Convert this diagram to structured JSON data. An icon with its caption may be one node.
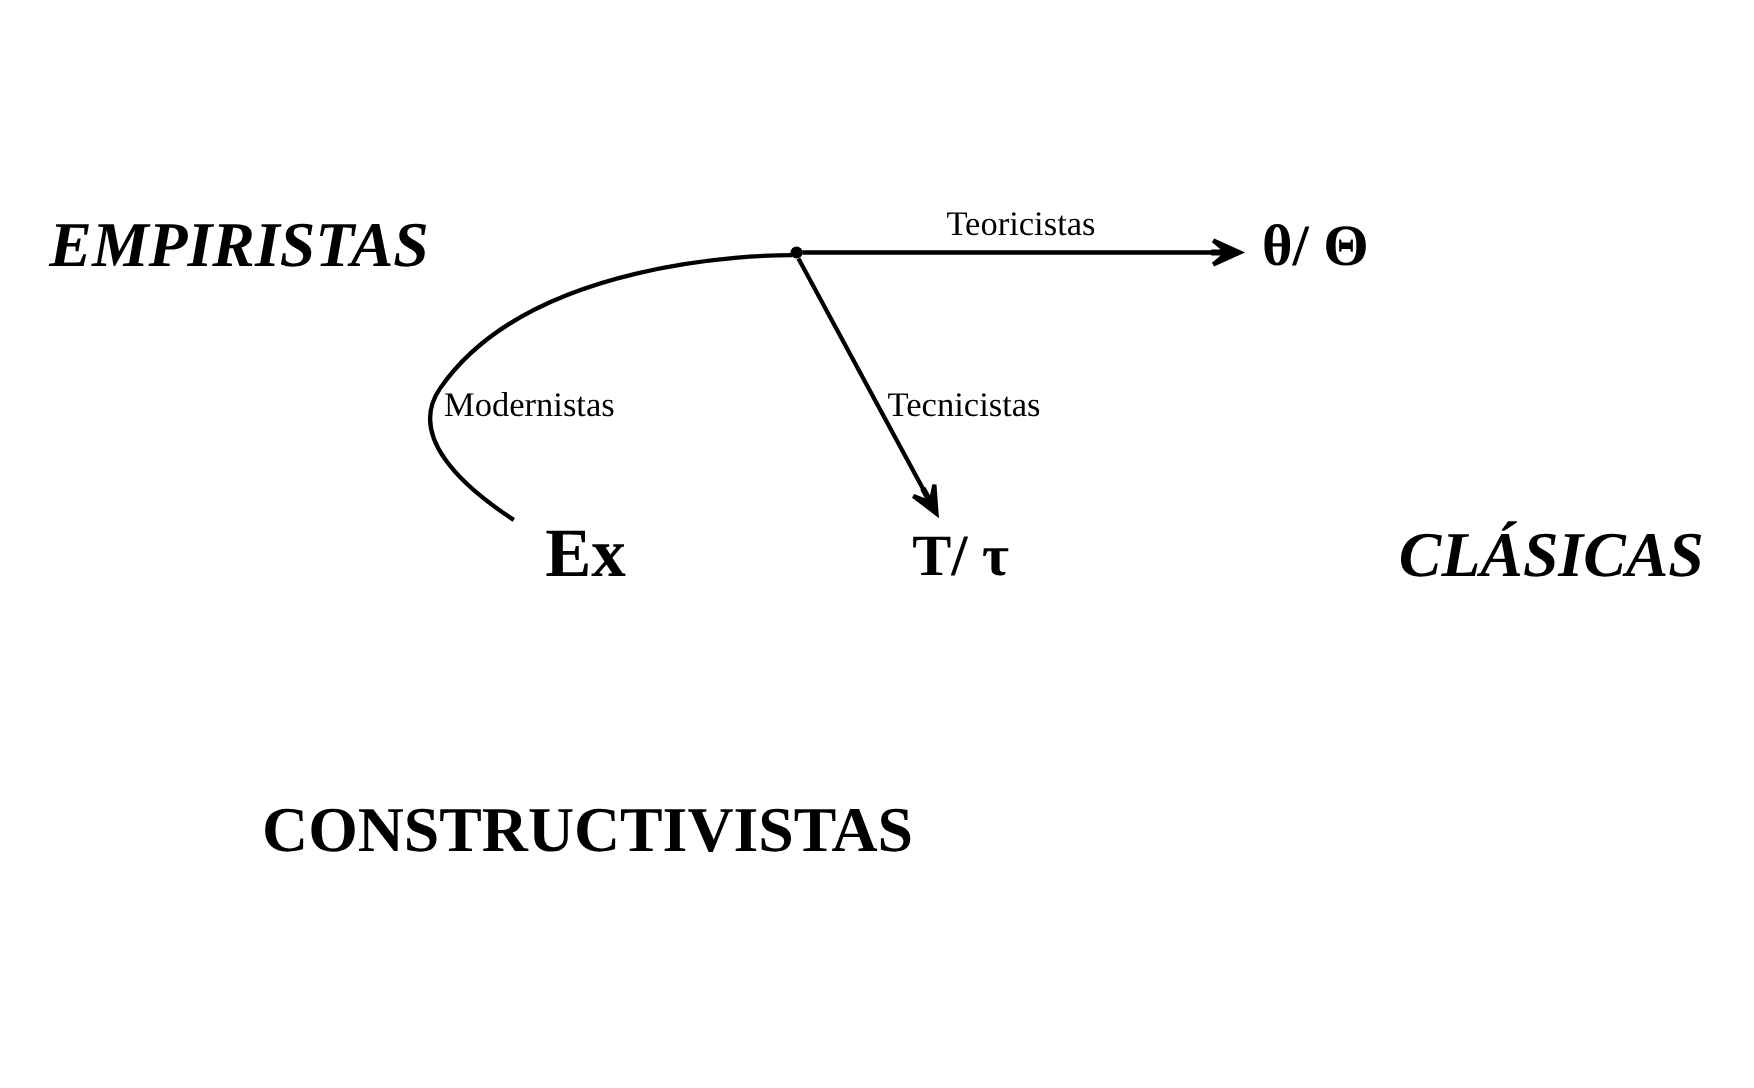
{
  "diagram": {
    "nodes": [
      {
        "text": [],
        "shape": "point"
      },
      {
        "text": [
          "Ex"
        ]
      },
      {
        "text": [
          "θ/ Θ"
        ]
      },
      {
        "text": [
          "T/ τ"
        ]
      }
    ],
    "edges": [
      {
        "from": 0,
        "to": 1,
        "arrow": "none",
        "label": "Modernistas"
      },
      {
        "from": 0,
        "to": 2,
        "arrow": "to",
        "label": "Teoricistas"
      },
      {
        "from": 0,
        "to": 3,
        "arrow": "to",
        "label": "Tecnicistas"
      }
    ],
    "labels": [
      "CONSTRUCTIVISTAS",
      "EMPIRISTAS",
      "CLÁSICAS"
    ]
  }
}
